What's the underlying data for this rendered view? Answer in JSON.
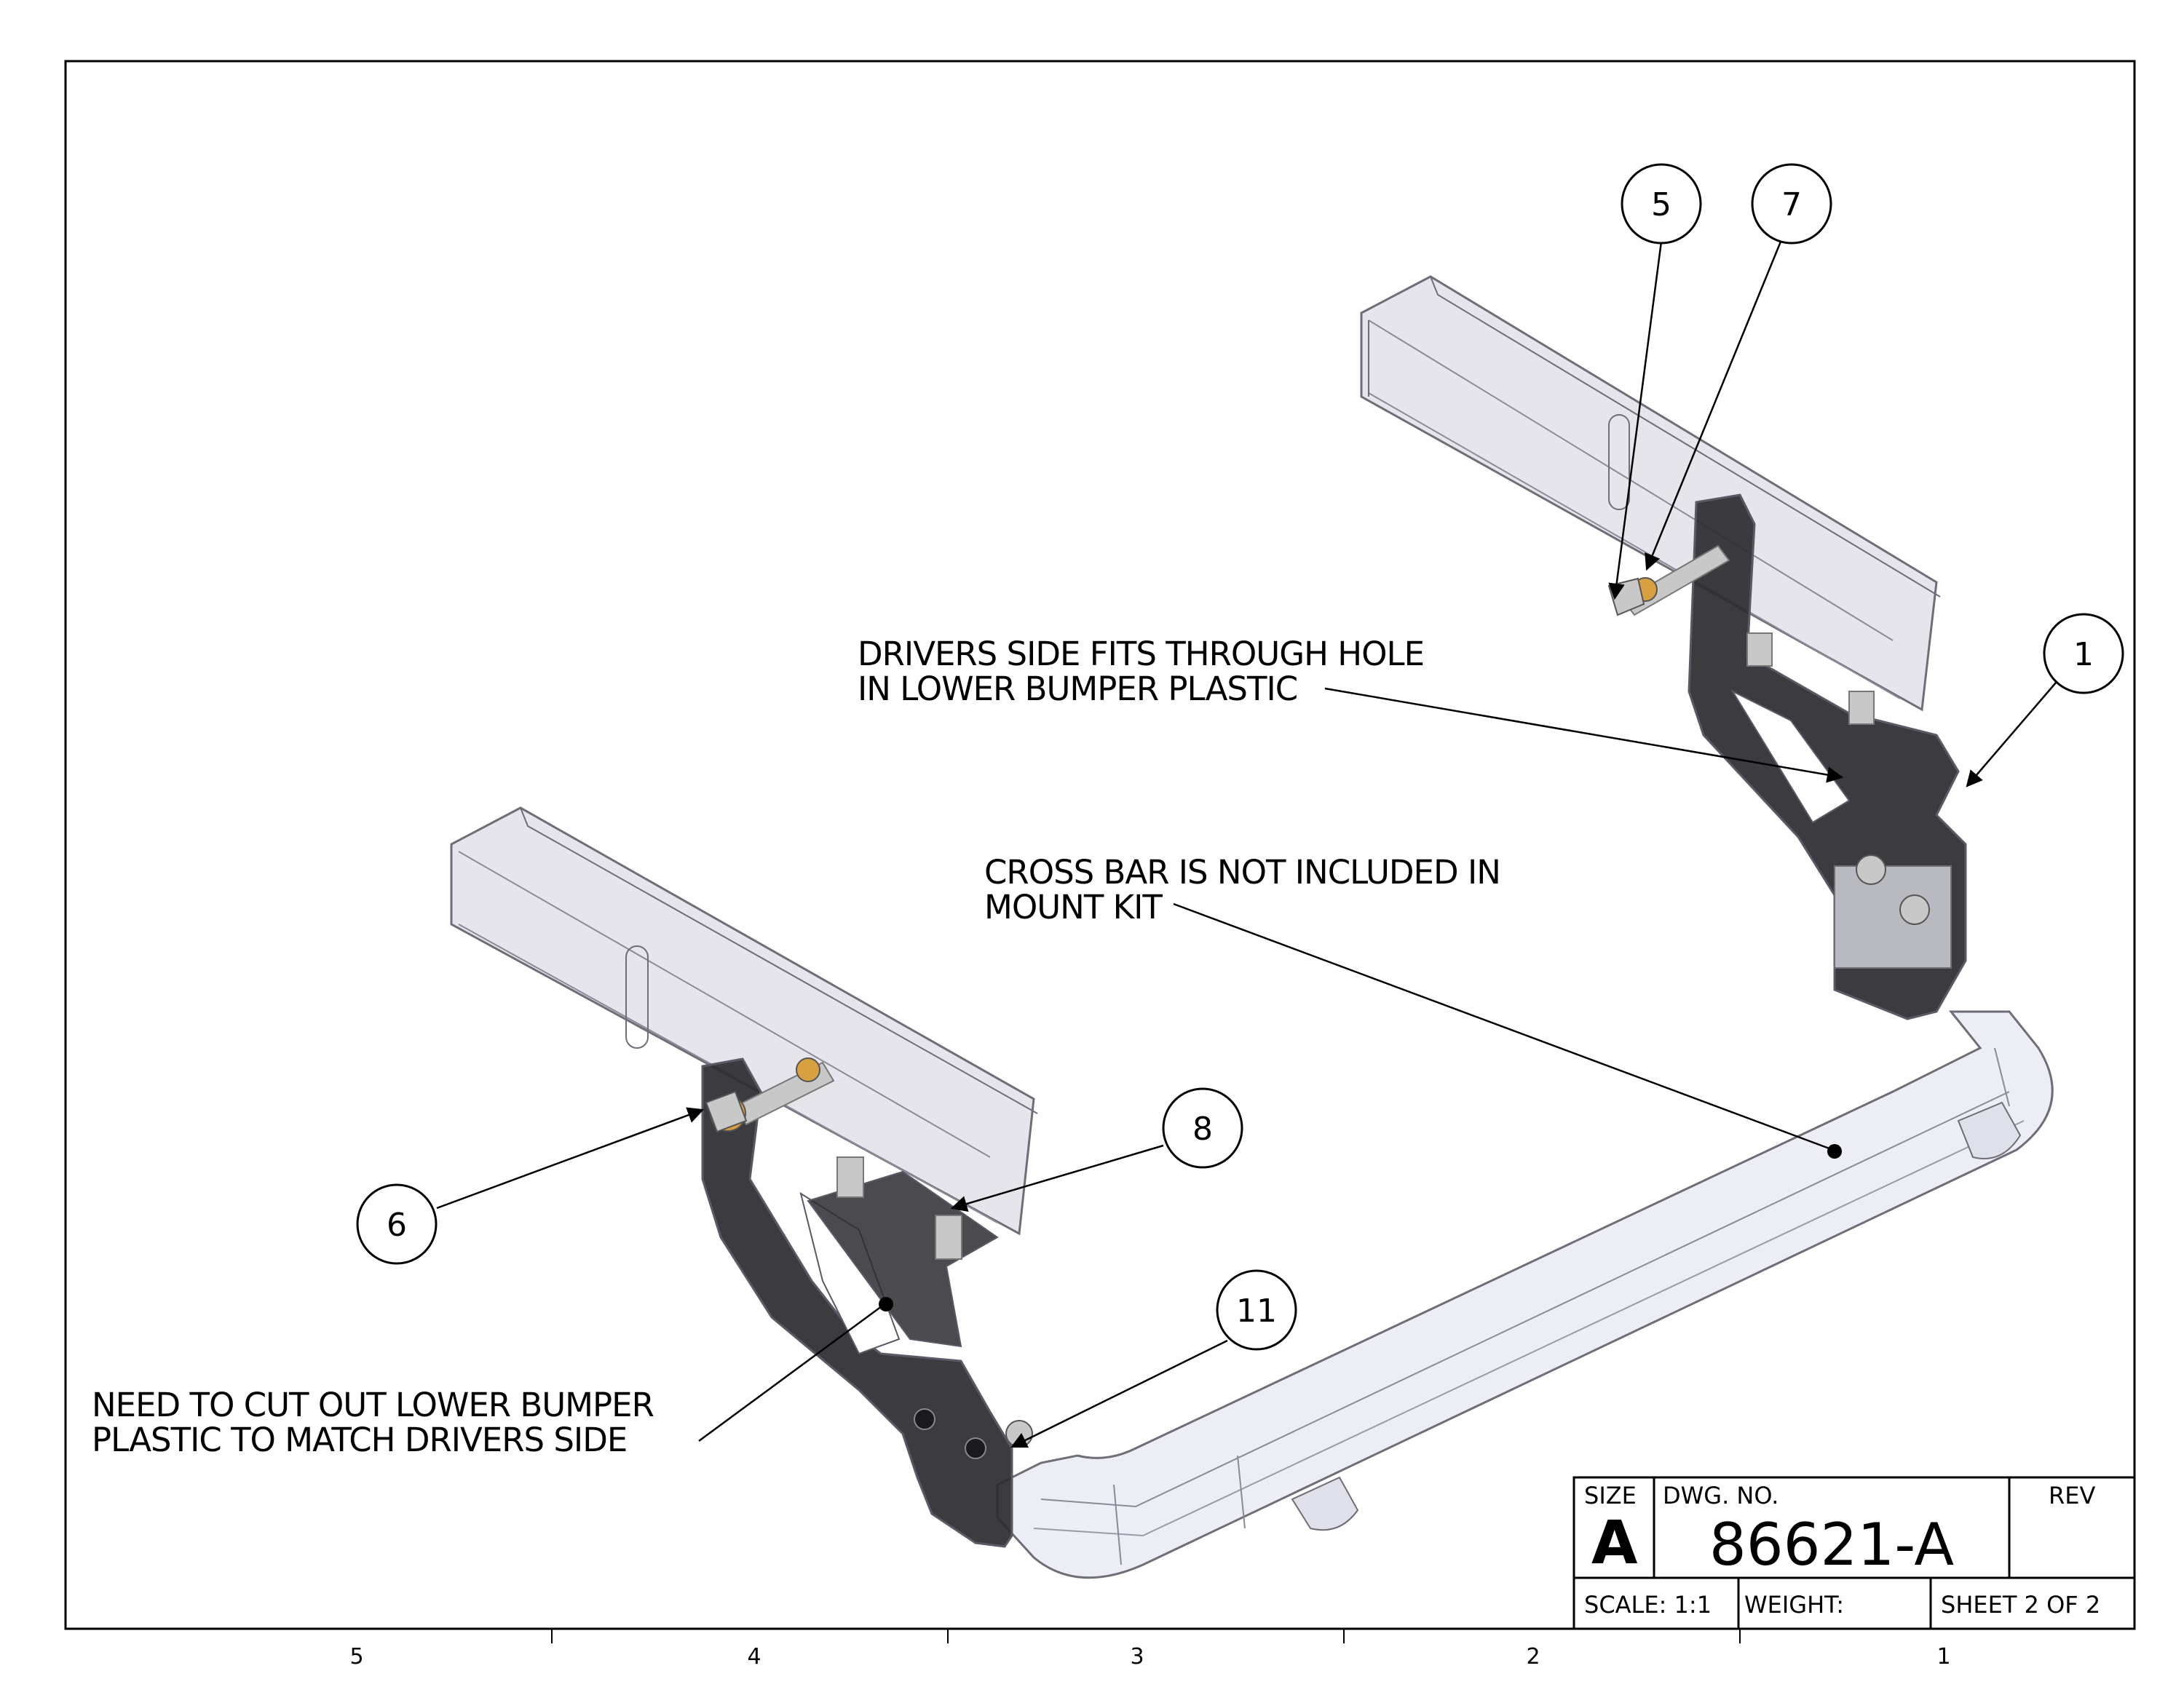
{
  "balloons": [
    {
      "id": "1",
      "label": "1"
    },
    {
      "id": "5",
      "label": "5"
    },
    {
      "id": "6",
      "label": "6"
    },
    {
      "id": "7",
      "label": "7"
    },
    {
      "id": "8",
      "label": "8"
    },
    {
      "id": "11",
      "label": "11"
    }
  ],
  "notes": {
    "drivers_side": [
      "DRIVERS SIDE FITS THROUGH HOLE",
      "IN LOWER BUMPER PLASTIC"
    ],
    "cross_bar": [
      "CROSS BAR IS NOT INCLUDED IN",
      "MOUNT KIT"
    ],
    "cut_out": [
      "NEED TO CUT OUT LOWER BUMPER",
      "PLASTIC TO MATCH DRIVERS SIDE"
    ]
  },
  "title_block": {
    "size_label": "SIZE",
    "size_value": "A",
    "dwg_no_label": "DWG.  NO.",
    "dwg_no_value": "86621-A",
    "rev_label": "REV",
    "scale": "SCALE: 1:1",
    "weight": "WEIGHT:",
    "sheet": "SHEET 2 OF 2"
  },
  "zones": [
    "5",
    "4",
    "3",
    "2",
    "1"
  ],
  "colors": {
    "line": "#000000",
    "bracket": "#2b2b30",
    "bracket_edge": "#5a5a66",
    "tube_fill": "#dcdce4",
    "tube_edge": "#6e6e78",
    "crossbar_fill": "#e6e6f2",
    "hardware": "#c8c8c8",
    "washer": "#d8a040"
  }
}
